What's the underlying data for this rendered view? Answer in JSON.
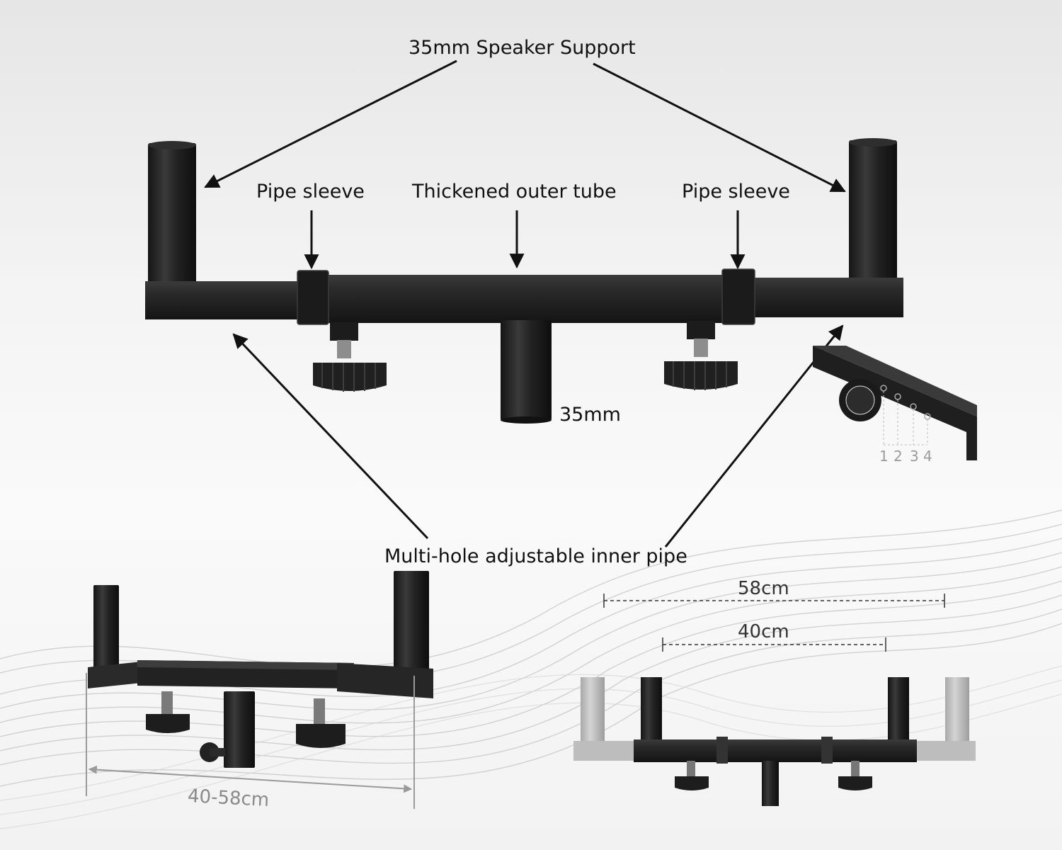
{
  "labels": {
    "speaker_support": "35mm Speaker Support",
    "pipe_sleeve_left": "Pipe sleeve",
    "thickened_outer_tube": "Thickened outer tube",
    "pipe_sleeve_right": "Pipe sleeve",
    "center_diameter": "35mm",
    "inner_pipe": "Multi-hole adjustable inner pipe"
  },
  "hole_numbers": [
    "1",
    "2",
    "3",
    "4"
  ],
  "dimensions": {
    "adjust_range": "40-58cm",
    "max_width": "58cm",
    "min_width": "40cm"
  },
  "colors": {
    "metal": "#1e1e1e",
    "metal_highlight": "#3a3a3a",
    "ghost_metal": "#b9b9b9",
    "arrow": "#111111"
  }
}
